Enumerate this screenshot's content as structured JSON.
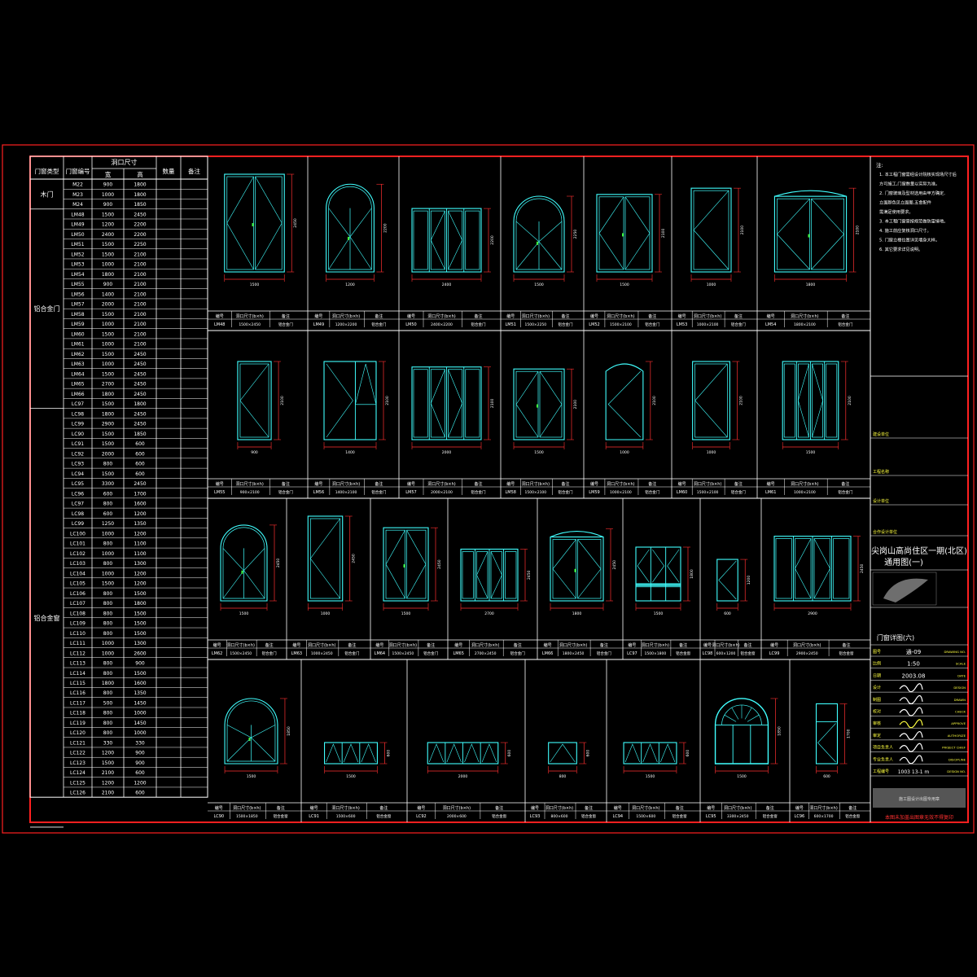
{
  "colors": {
    "frame": "#ff2020",
    "line": "#ffffff",
    "door": "#40ffff",
    "dim": "#ff3030",
    "yellow": "#ffff40",
    "green": "#40ff40"
  },
  "table": {
    "group_header": "洞口尺寸",
    "headers": [
      "门窗类型",
      "门窗编号",
      "宽",
      "高",
      "数量",
      "备注"
    ],
    "categories": [
      {
        "name": "木门",
        "rows": 3
      },
      {
        "name": "铝合金门",
        "rows": 20
      },
      {
        "name": "铝合金窗",
        "rows": 42
      }
    ],
    "rows": [
      [
        "M22",
        "900",
        "1800"
      ],
      [
        "M23",
        "1000",
        "1800"
      ],
      [
        "M24",
        "900",
        "1850"
      ],
      [
        "LM48",
        "1500",
        "2450"
      ],
      [
        "LM49",
        "1200",
        "2200"
      ],
      [
        "LM50",
        "2400",
        "2200"
      ],
      [
        "LM51",
        "1500",
        "2250"
      ],
      [
        "LM52",
        "1500",
        "2100"
      ],
      [
        "LM53",
        "1000",
        "2100"
      ],
      [
        "LM54",
        "1800",
        "2100"
      ],
      [
        "LM55",
        "900",
        "2100"
      ],
      [
        "LM56",
        "1400",
        "2100"
      ],
      [
        "LM57",
        "2000",
        "2100"
      ],
      [
        "LM58",
        "1500",
        "2100"
      ],
      [
        "LM59",
        "1000",
        "2100"
      ],
      [
        "LM60",
        "1500",
        "2100"
      ],
      [
        "LM61",
        "1000",
        "2100"
      ],
      [
        "LM62",
        "1500",
        "2450"
      ],
      [
        "LM63",
        "1000",
        "2450"
      ],
      [
        "LM64",
        "1500",
        "2450"
      ],
      [
        "LM65",
        "2700",
        "2450"
      ],
      [
        "LM66",
        "1800",
        "2450"
      ],
      [
        "LC97",
        "1500",
        "1800"
      ],
      [
        "LC98",
        "1800",
        "2450"
      ],
      [
        "LC99",
        "2900",
        "2450"
      ],
      [
        "LC90",
        "1500",
        "1850"
      ],
      [
        "LC91",
        "1500",
        "600"
      ],
      [
        "LC92",
        "2000",
        "600"
      ],
      [
        "LC93",
        "800",
        "600"
      ],
      [
        "LC94",
        "1500",
        "600"
      ],
      [
        "LC95",
        "3300",
        "2450"
      ],
      [
        "LC96",
        "600",
        "1700"
      ],
      [
        "LC97",
        "800",
        "1600"
      ],
      [
        "LC98",
        "600",
        "1200"
      ],
      [
        "LC99",
        "1250",
        "1350"
      ],
      [
        "LC100",
        "1000",
        "1200"
      ],
      [
        "LC101",
        "800",
        "1100"
      ],
      [
        "LC102",
        "1000",
        "1100"
      ],
      [
        "LC103",
        "800",
        "1300"
      ],
      [
        "LC104",
        "1000",
        "1200"
      ],
      [
        "LC105",
        "1500",
        "1200"
      ],
      [
        "LC106",
        "800",
        "1500"
      ],
      [
        "LC107",
        "800",
        "1800"
      ],
      [
        "LC108",
        "800",
        "1500"
      ],
      [
        "LC109",
        "800",
        "1500"
      ],
      [
        "LC110",
        "800",
        "1500"
      ],
      [
        "LC111",
        "1000",
        "1300"
      ],
      [
        "LC112",
        "1000",
        "2600"
      ],
      [
        "LC113",
        "800",
        "900"
      ],
      [
        "LC114",
        "800",
        "1500"
      ],
      [
        "LC115",
        "1800",
        "1600"
      ],
      [
        "LC116",
        "800",
        "1350"
      ],
      [
        "LC117",
        "500",
        "1450"
      ],
      [
        "LC118",
        "800",
        "1000"
      ],
      [
        "LC119",
        "800",
        "1450"
      ],
      [
        "LC120",
        "800",
        "1000"
      ],
      [
        "LC121",
        "330",
        "330"
      ],
      [
        "LC122",
        "1200",
        "900"
      ],
      [
        "LC123",
        "1500",
        "900"
      ],
      [
        "LC124",
        "2100",
        "600"
      ],
      [
        "LC125",
        "1200",
        "1200"
      ],
      [
        "LC126",
        "2100",
        "600"
      ]
    ]
  },
  "panels": {
    "row_header": [
      "编号",
      "洞口尺寸(b×h)",
      "备注"
    ],
    "rows": [
      [
        {
          "code": "LM48",
          "size": "1500×2450",
          "note": "铝合金门",
          "w": "1500",
          "h": "2450",
          "type": "double"
        },
        {
          "code": "LM49",
          "size": "1200×2200",
          "note": "铝合金门",
          "w": "1200",
          "h": "2200",
          "type": "archdouble"
        },
        {
          "code": "LM50",
          "size": "2400×2200",
          "note": "铝合金门",
          "w": "2400",
          "h": "2200",
          "type": "four"
        },
        {
          "code": "LM51",
          "size": "1500×2250",
          "note": "铝合金门",
          "w": "1500",
          "h": "2250",
          "type": "archdouble"
        },
        {
          "code": "LM52",
          "size": "1500×2100",
          "note": "铝合金门",
          "w": "1500",
          "h": "2100",
          "type": "double"
        },
        {
          "code": "LM53",
          "size": "1000×2100",
          "note": "铝合金门",
          "w": "1000",
          "h": "2100",
          "type": "single"
        },
        {
          "code": "LM54",
          "size": "1800×2100",
          "note": "铝合金门",
          "w": "1800",
          "h": "2100",
          "type": "topdouble"
        }
      ],
      [
        {
          "code": "LM55",
          "size": "900×2100",
          "note": "铝合金门",
          "w": "900",
          "h": "2100",
          "type": "single"
        },
        {
          "code": "LM56",
          "size": "1400×2100",
          "note": "铝合金门",
          "w": "1400",
          "h": "2100",
          "type": "sidelite"
        },
        {
          "code": "LM57",
          "size": "2000×2100",
          "note": "铝合金门",
          "w": "2000",
          "h": "2100",
          "type": "four"
        },
        {
          "code": "LM58",
          "size": "1500×2100",
          "note": "铝合金门",
          "w": "1500",
          "h": "2100",
          "type": "double"
        },
        {
          "code": "LM59",
          "size": "1000×2100",
          "note": "铝合金门",
          "w": "1000",
          "h": "2100",
          "type": "archsingle"
        },
        {
          "code": "LM60",
          "size": "1500×2100",
          "note": "铝合金门",
          "w": "1000",
          "h": "2100",
          "type": "single"
        },
        {
          "code": "LM61",
          "size": "1000×2100",
          "note": "铝合金门",
          "w": "1500",
          "h": "2100",
          "type": "four"
        }
      ],
      [
        {
          "code": "LM62",
          "size": "1500×2450",
          "note": "铝合金门",
          "w": "1500",
          "h": "2450",
          "type": "archdouble"
        },
        {
          "code": "LM63",
          "size": "1000×2450",
          "note": "铝合金门",
          "w": "1000",
          "h": "2450",
          "type": "single"
        },
        {
          "code": "LM64",
          "size": "1500×2450",
          "note": "铝合金门",
          "w": "1500",
          "h": "2450",
          "type": "double"
        },
        {
          "code": "LM65",
          "size": "2700×2450",
          "note": "铝合金门",
          "w": "2700",
          "h": "2450",
          "type": "four"
        },
        {
          "code": "LM66",
          "size": "1800×2450",
          "note": "铝合金门",
          "w": "1800",
          "h": "2450",
          "type": "topdouble"
        },
        {
          "code": "LC97",
          "size": "1500×1800",
          "note": "铝合金窗",
          "w": "1500",
          "h": "1800",
          "type": "window3"
        },
        {
          "code": "LC98",
          "size": "600×1200",
          "note": "铝合金窗",
          "w": "600",
          "h": "1200",
          "type": "small"
        },
        {
          "code": "LC99",
          "size": "2900×2450",
          "note": "铝合金窗",
          "w": "2900",
          "h": "2450",
          "type": "four"
        }
      ],
      [
        {
          "code": "LC90",
          "size": "1500×1850",
          "note": "铝合金窗",
          "w": "1500",
          "h": "1850",
          "type": "archdouble"
        },
        {
          "code": "LC91",
          "size": "1500×600",
          "note": "铝合金窗",
          "w": "1500",
          "h": "600",
          "type": "strip3"
        },
        {
          "code": "LC92",
          "size": "2000×600",
          "note": "铝合金窗",
          "w": "2000",
          "h": "600",
          "type": "strip4"
        },
        {
          "code": "LC93",
          "size": "800×600",
          "note": "铝合金窗",
          "w": "800",
          "h": "600",
          "type": "strip1"
        },
        {
          "code": "LC94",
          "size": "1500×600",
          "note": "铝合金窗",
          "w": "1500",
          "h": "600",
          "type": "strip3"
        },
        {
          "code": "LC95",
          "size": "3300×2450",
          "note": "铝合金窗",
          "w": "1500",
          "h": "1850",
          "type": "fan"
        },
        {
          "code": "LC96",
          "size": "600×1700",
          "note": "铝合金窗",
          "w": "600",
          "h": "1700",
          "type": "tall"
        }
      ]
    ]
  },
  "notes": {
    "title": "注:",
    "items": [
      "1. 本工程门窗需经设计院核实现场尺寸后",
      "   方可施工,门窗数量以实际为准。",
      "2. 门窗玻璃及型材选用由甲方确定,",
      "   立面颜色见立面图,五金配件",
      "   需满足使用要求。",
      "3. 本工程门窗需按规范做防雷接地。",
      "4. 施工前应复核洞口尺寸。",
      "5. 门窗立樘位置详见墙身大样。",
      "6. 其它要求详见说明。"
    ]
  },
  "titleblock": {
    "project": "尖岗山高尚住区一期(北区)",
    "drawing": "通用图(一)",
    "sheet_title": "门窗详图(六)",
    "drawing_no": "通-09",
    "scale": "1:50",
    "date": "2003.08",
    "design_no": "1003 13-1 m",
    "labels_cn": [
      "图号",
      "比例",
      "日期",
      "设计",
      "制图",
      "校对",
      "审核",
      "审定",
      "项目负责人",
      "专业负责人",
      "工程编号"
    ],
    "labels_en": [
      "DRAWING NO.",
      "SCALE",
      "DATE",
      "DESIGN",
      "DRAWN",
      "CHECK",
      "APPROVE",
      "AUTHORIZE",
      "PROJECT CHIEF",
      "DISCIPLINE",
      "DESIGN NO."
    ],
    "stamp_text": "施工图设计出图专用章",
    "tb_labels": [
      "建设单位",
      "工程名称",
      "设计单位",
      "合作设计单位"
    ],
    "bottom_note": "本图未加盖出图章无效不得复印"
  }
}
